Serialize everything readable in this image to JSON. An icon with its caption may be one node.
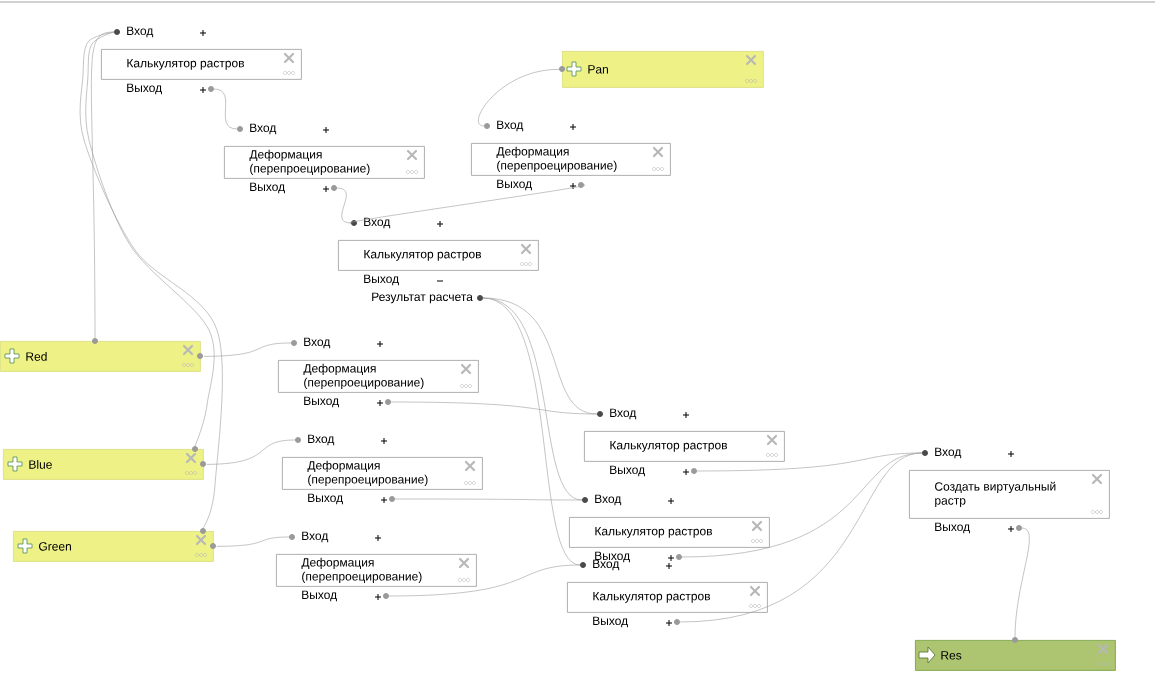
{
  "diagram": {
    "nodes": [
      {
        "text": [
          "Вход"
        ]
      },
      {
        "text": [
          "Калькулятор растров"
        ]
      },
      {
        "text": [
          "Выход"
        ]
      },
      {
        "text": [
          "Pan"
        ]
      },
      {
        "text": [
          "Вход"
        ]
      },
      {
        "text": [
          "Деформация (перепроецирование)"
        ]
      },
      {
        "text": [
          "Выход"
        ]
      },
      {
        "text": [
          "Вход"
        ]
      },
      {
        "text": [
          "Деформация (перепроецирование)"
        ]
      },
      {
        "text": [
          "Выход"
        ]
      },
      {
        "text": [
          "Вход"
        ]
      },
      {
        "text": [
          "Калькулятор растров"
        ]
      },
      {
        "text": [
          "Выход"
        ]
      },
      {
        "text": [
          "Результат расчета"
        ]
      },
      {
        "text": [
          "Red"
        ]
      },
      {
        "text": [
          "Вход"
        ]
      },
      {
        "text": [
          "Деформация (перепроецирование)"
        ]
      },
      {
        "text": [
          "Выход"
        ]
      },
      {
        "text": [
          "Blue"
        ]
      },
      {
        "text": [
          "Вход"
        ]
      },
      {
        "text": [
          "Деформация (перепроецирование)"
        ]
      },
      {
        "text": [
          "Выход"
        ]
      },
      {
        "text": [
          "Green"
        ]
      },
      {
        "text": [
          "Вход"
        ]
      },
      {
        "text": [
          "Деформация (перепроецирование)"
        ]
      },
      {
        "text": [
          "Выход"
        ]
      },
      {
        "text": [
          "Вход"
        ]
      },
      {
        "text": [
          "Калькулятор растров"
        ]
      },
      {
        "text": [
          "Выход"
        ]
      },
      {
        "text": [
          "Вход"
        ]
      },
      {
        "text": [
          "Калькулятор растров"
        ]
      },
      {
        "text": [
          "Выход"
        ]
      },
      {
        "text": [
          "Вход"
        ]
      },
      {
        "text": [
          "Калькулятор растров"
        ]
      },
      {
        "text": [
          "Выход"
        ]
      },
      {
        "text": [
          "Вход"
        ]
      },
      {
        "text": [
          "Создать виртуальный растр"
        ]
      },
      {
        "text": [
          "Выход"
        ]
      },
      {
        "text": [
          "Res"
        ]
      }
    ],
    "edges": [
      {
        "from": 14,
        "to": 0,
        "arrow": "none"
      },
      {
        "from": 18,
        "to": 0,
        "arrow": "none"
      },
      {
        "from": 22,
        "to": 0,
        "arrow": "none"
      },
      {
        "from": 2,
        "to": 4,
        "arrow": "none"
      },
      {
        "from": 3,
        "to": 7,
        "arrow": "none"
      },
      {
        "from": 6,
        "to": 10,
        "arrow": "none"
      },
      {
        "from": 9,
        "to": 10,
        "arrow": "none"
      },
      {
        "from": 14,
        "to": 15,
        "arrow": "none"
      },
      {
        "from": 18,
        "to": 19,
        "arrow": "none"
      },
      {
        "from": 22,
        "to": 23,
        "arrow": "none"
      },
      {
        "from": 13,
        "to": 26,
        "arrow": "none"
      },
      {
        "from": 13,
        "to": 29,
        "arrow": "none"
      },
      {
        "from": 13,
        "to": 32,
        "arrow": "none"
      },
      {
        "from": 17,
        "to": 26,
        "arrow": "none"
      },
      {
        "from": 21,
        "to": 29,
        "arrow": "none"
      },
      {
        "from": 25,
        "to": 32,
        "arrow": "none"
      },
      {
        "from": 28,
        "to": 35,
        "arrow": "none"
      },
      {
        "from": 31,
        "to": 35,
        "arrow": "none"
      },
      {
        "from": 34,
        "to": 35,
        "arrow": "none"
      },
      {
        "from": 37,
        "to": 38,
        "arrow": "none"
      }
    ]
  }
}
